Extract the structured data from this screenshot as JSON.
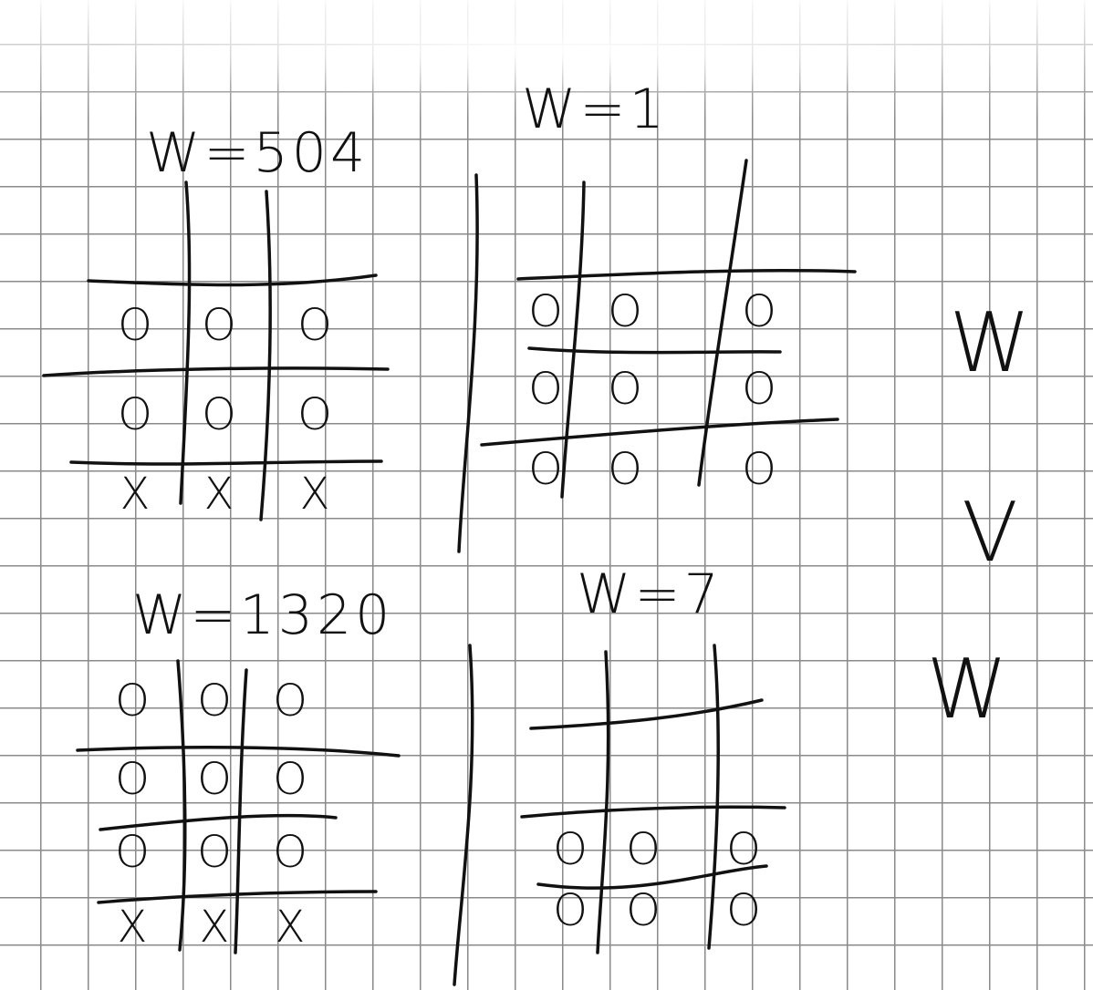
{
  "boards": [
    {
      "label": "W=504",
      "rows": [
        [
          "O",
          "O",
          "O"
        ],
        [
          "O",
          "O",
          "O"
        ],
        [
          "X",
          "X",
          "X"
        ]
      ]
    },
    {
      "label": "W=1",
      "rows": [
        [
          "O",
          "O",
          "O"
        ],
        [
          "O",
          "O",
          "O"
        ],
        [
          "O",
          "O",
          "O"
        ]
      ]
    },
    {
      "label": "W=1320",
      "rows": [
        [
          "O",
          "O",
          "O"
        ],
        [
          "O",
          "O",
          "O"
        ],
        [
          "O",
          "O",
          "O"
        ],
        [
          "X",
          "X",
          "X"
        ]
      ]
    },
    {
      "label": "W=7",
      "rows": [
        [
          "",
          "",
          ""
        ],
        [
          "",
          "",
          ""
        ],
        [
          "O",
          "O",
          "O"
        ],
        [
          "O",
          "O",
          "O"
        ]
      ]
    }
  ],
  "side_symbols": [
    "W",
    "V",
    "W"
  ]
}
